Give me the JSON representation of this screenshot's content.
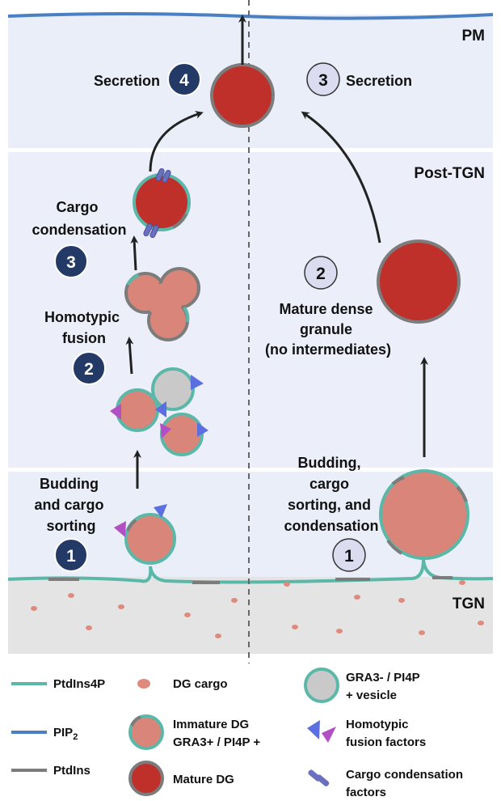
{
  "regions": {
    "pm": "PM",
    "post_tgn": "Post-TGN",
    "tgn": "TGN"
  },
  "left_path": {
    "secretion_label": "Secretion",
    "secretion_number": "4",
    "condensation_label": [
      "Cargo",
      "condensation"
    ],
    "condensation_number": "3",
    "fusion_label": [
      "Homotypic",
      "fusion"
    ],
    "fusion_number": "2",
    "budding_label": [
      "Budding",
      "and cargo",
      "sorting"
    ],
    "budding_number": "1"
  },
  "right_path": {
    "secretion_label": "Secretion",
    "secretion_number": "3",
    "mature_label": [
      "Mature dense",
      "granule",
      "(no intermediates)"
    ],
    "mature_number": "2",
    "budding_label": [
      "Budding,",
      "cargo",
      "sorting, and",
      "condensation"
    ],
    "budding_number": "1"
  },
  "legend": {
    "ptdins4p": "PtdIns4P",
    "pip2_main": "PIP",
    "pip2_sub": "2",
    "ptdins": "PtdIns",
    "dg_cargo": "DG cargo",
    "immature_dg": [
      "Immature  DG",
      "GRA3+ / PI4P +"
    ],
    "mature_dg": "Mature DG",
    "gra3_vesicle": [
      "GRA3- / PI4P",
      "+ vesicle"
    ],
    "homotypic_factors": [
      "Homotypic",
      "fusion factors"
    ],
    "condensation_factors": [
      "Cargo condensation",
      "factors"
    ]
  },
  "colors": {
    "pm_band": "#e9eef8",
    "post_tgn_band": "#eceff9",
    "tgn_band": "#e4e4e4",
    "ptdins4p": "#5bb8a8",
    "pip2": "#4a7fc4",
    "ptdins": "#7c7c7c",
    "dg_cargo": "#de8a7e",
    "immature_dg": "#d9857a",
    "mature_dg": "#c0302a",
    "vesicle_grey": "#c9c9c9",
    "dark_badge": "#243a66",
    "light_badge": "#dcdcf0",
    "fusion_blue": "#5b6fe0",
    "fusion_magenta": "#b24fc4",
    "condensation_factor": "#6a6fc0"
  }
}
